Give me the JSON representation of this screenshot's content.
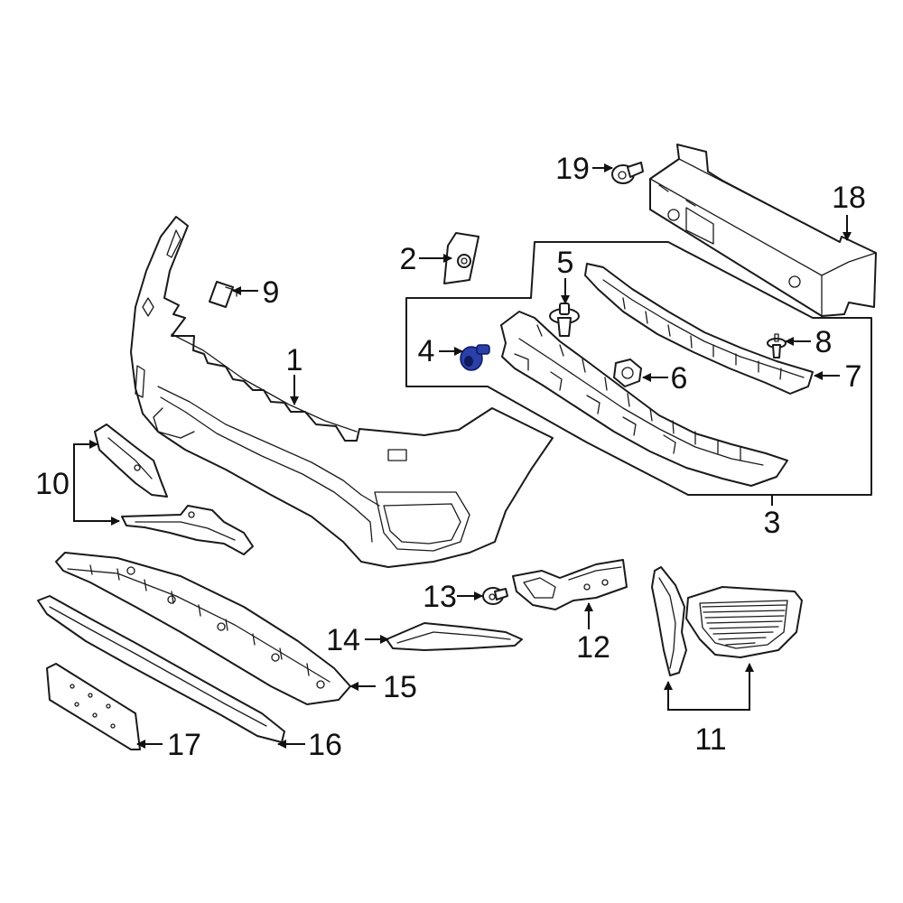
{
  "diagram": {
    "highlight_color": "#2a3fa8",
    "line_color": "#1a1a1a",
    "callouts": [
      {
        "id": "1",
        "label": "1"
      },
      {
        "id": "2",
        "label": "2"
      },
      {
        "id": "3",
        "label": "3"
      },
      {
        "id": "4",
        "label": "4"
      },
      {
        "id": "5",
        "label": "5"
      },
      {
        "id": "6",
        "label": "6"
      },
      {
        "id": "7",
        "label": "7"
      },
      {
        "id": "8",
        "label": "8"
      },
      {
        "id": "9",
        "label": "9"
      },
      {
        "id": "10",
        "label": "10"
      },
      {
        "id": "11",
        "label": "11"
      },
      {
        "id": "12",
        "label": "12"
      },
      {
        "id": "13",
        "label": "13"
      },
      {
        "id": "14",
        "label": "14"
      },
      {
        "id": "15",
        "label": "15"
      },
      {
        "id": "16",
        "label": "16"
      },
      {
        "id": "17",
        "label": "17"
      },
      {
        "id": "18",
        "label": "18"
      },
      {
        "id": "19",
        "label": "19"
      }
    ]
  }
}
